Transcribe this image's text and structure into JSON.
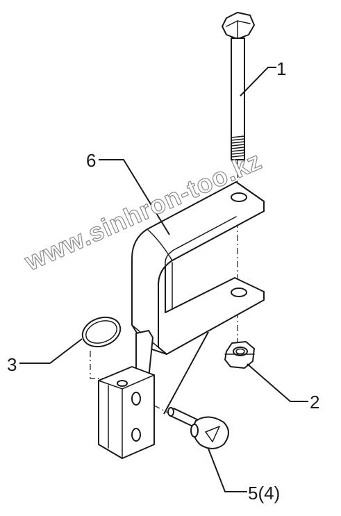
{
  "labels": {
    "bolt": "1",
    "nut": "2",
    "ring": "3",
    "pin": "5(4)",
    "bracket": "6"
  },
  "watermark": "www.sinhron-too.kz"
}
